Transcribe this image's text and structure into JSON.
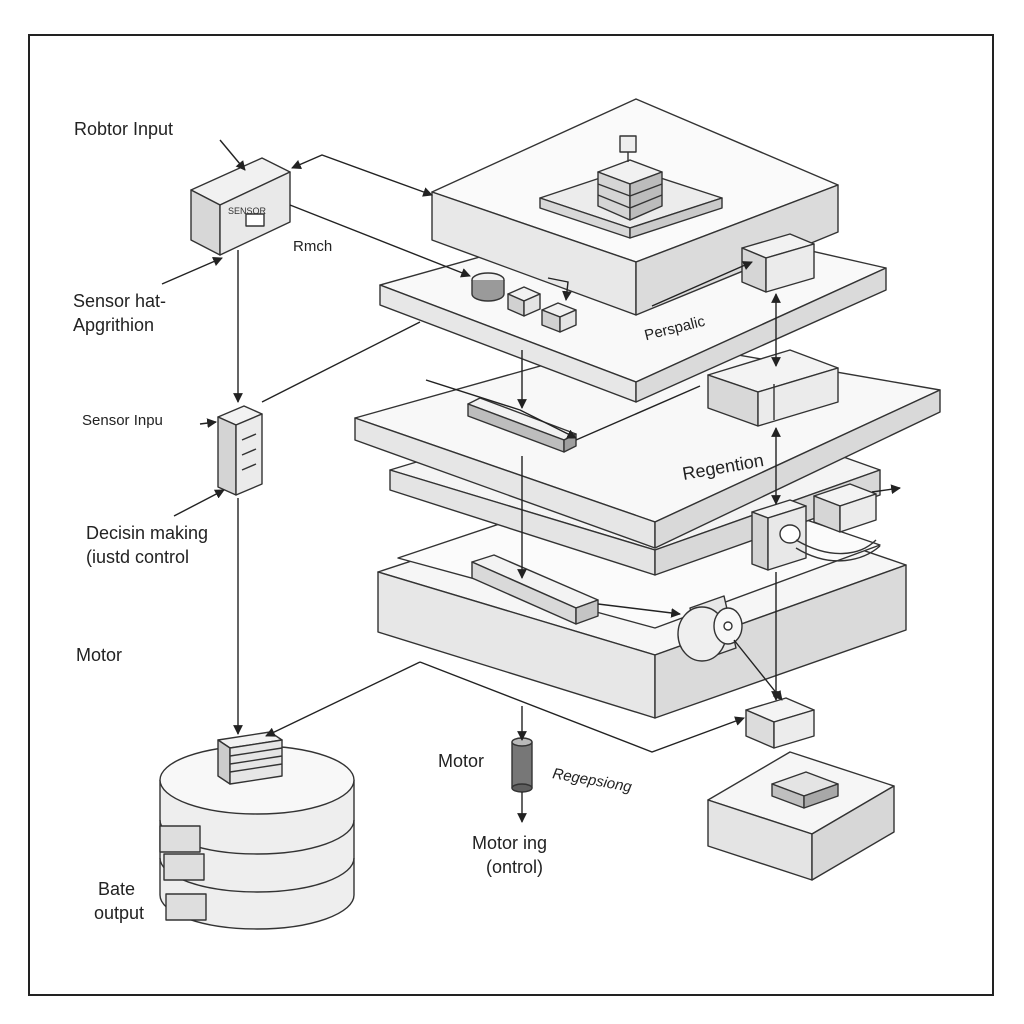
{
  "labels": {
    "robotor_input": "Robtor Input",
    "rmch": "Rmch",
    "sensor_hat_line1": "Sensor hat-",
    "sensor_hat_line2": "Apgrithion",
    "sensor_input": "Sensor Inpu",
    "decision_line1": "Decisin making",
    "decision_line2": "(iustd control",
    "motor_left": "Motor",
    "motor_center": "Motor",
    "motoring_line1": "Motor ing",
    "motoring_line2": "(ontrol)",
    "bate_line1": "Bate",
    "bate_line2": "output",
    "perspalic": "Perspalic",
    "regention": "Regention",
    "regepsiong": "Regepsiong",
    "sensor_box_text": "SENSOR"
  },
  "colors": {
    "stroke": "#333333",
    "face_top": "#f7f7f7",
    "face_side": "#e6e6e6",
    "face_dark": "#cfcfcf",
    "motor_body": "#777777"
  }
}
